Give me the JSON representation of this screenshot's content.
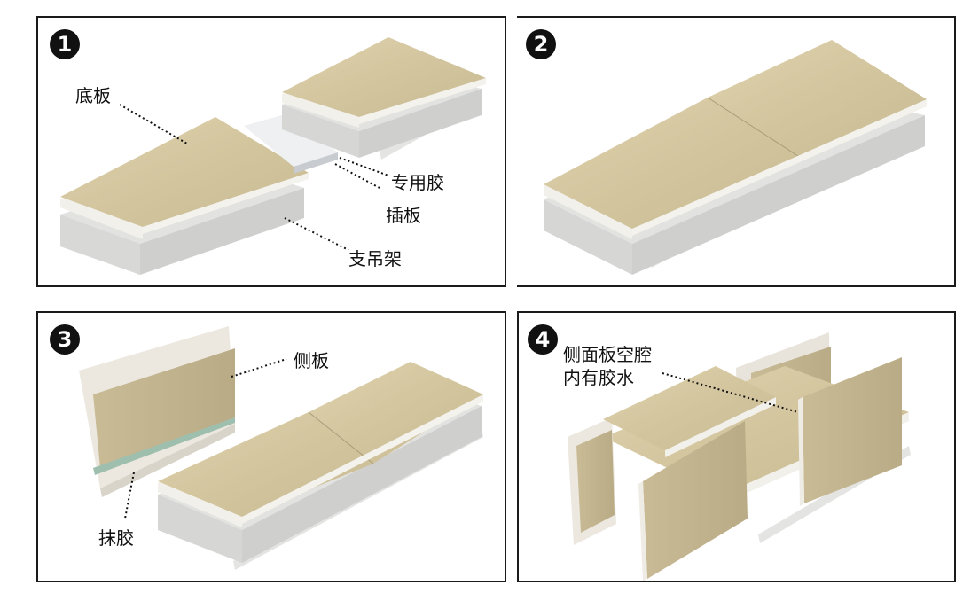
{
  "steps": [
    {
      "number": "1",
      "labels": {
        "base_board": "底板",
        "special_glue": "专用胶",
        "insert_board": "插板",
        "support_hanger": "支吊架"
      }
    },
    {
      "number": "2"
    },
    {
      "number": "3",
      "labels": {
        "side_board": "侧板",
        "apply_glue": "抹胶"
      }
    },
    {
      "number": "4",
      "labels": {
        "cavity_line1": "侧面板空腔",
        "cavity_line2": "内有胶水"
      }
    }
  ],
  "colors": {
    "board_face": "#d6c9a3",
    "board_edge": "#f1efe9",
    "foam": "#dcdcda",
    "support": "#e4e4e2",
    "frame": "#1a1a1a"
  }
}
